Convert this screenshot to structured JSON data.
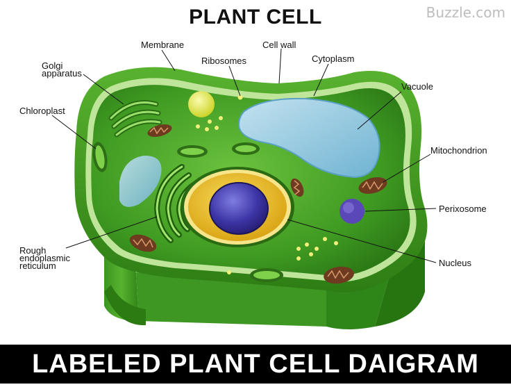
{
  "title": "PLANT CELL",
  "watermark": "Buzzle.com",
  "banner": "LABELED PLANT CELL DAIGRAM",
  "labels": {
    "membrane": "Membrane",
    "cell_wall": "Cell wall",
    "ribosomes": "Ribosomes",
    "cytoplasm": "Cytoplasm",
    "golgi_line1": "Golgi",
    "golgi_line2": "apparatus",
    "vacuole": "Vacuole",
    "chloroplast": "Chloroplast",
    "mitochondrion": "Mitochondrion",
    "perixosome": "Perixosome",
    "rough_er_line1": "Rough",
    "rough_er_line2": "endoplasmic",
    "rough_er_line3": "reticulum",
    "nucleus": "Nucleus"
  },
  "colors": {
    "cell_wall": "#3f9e21",
    "cytoplasm": "#4aa82c",
    "nucleus_envelope": "#e8b41a",
    "nucleolus": "#3d2f9c",
    "vacuole": "#8fc6df",
    "mitochondrion": "#8a4a2c",
    "banner_bg": "#000000"
  }
}
